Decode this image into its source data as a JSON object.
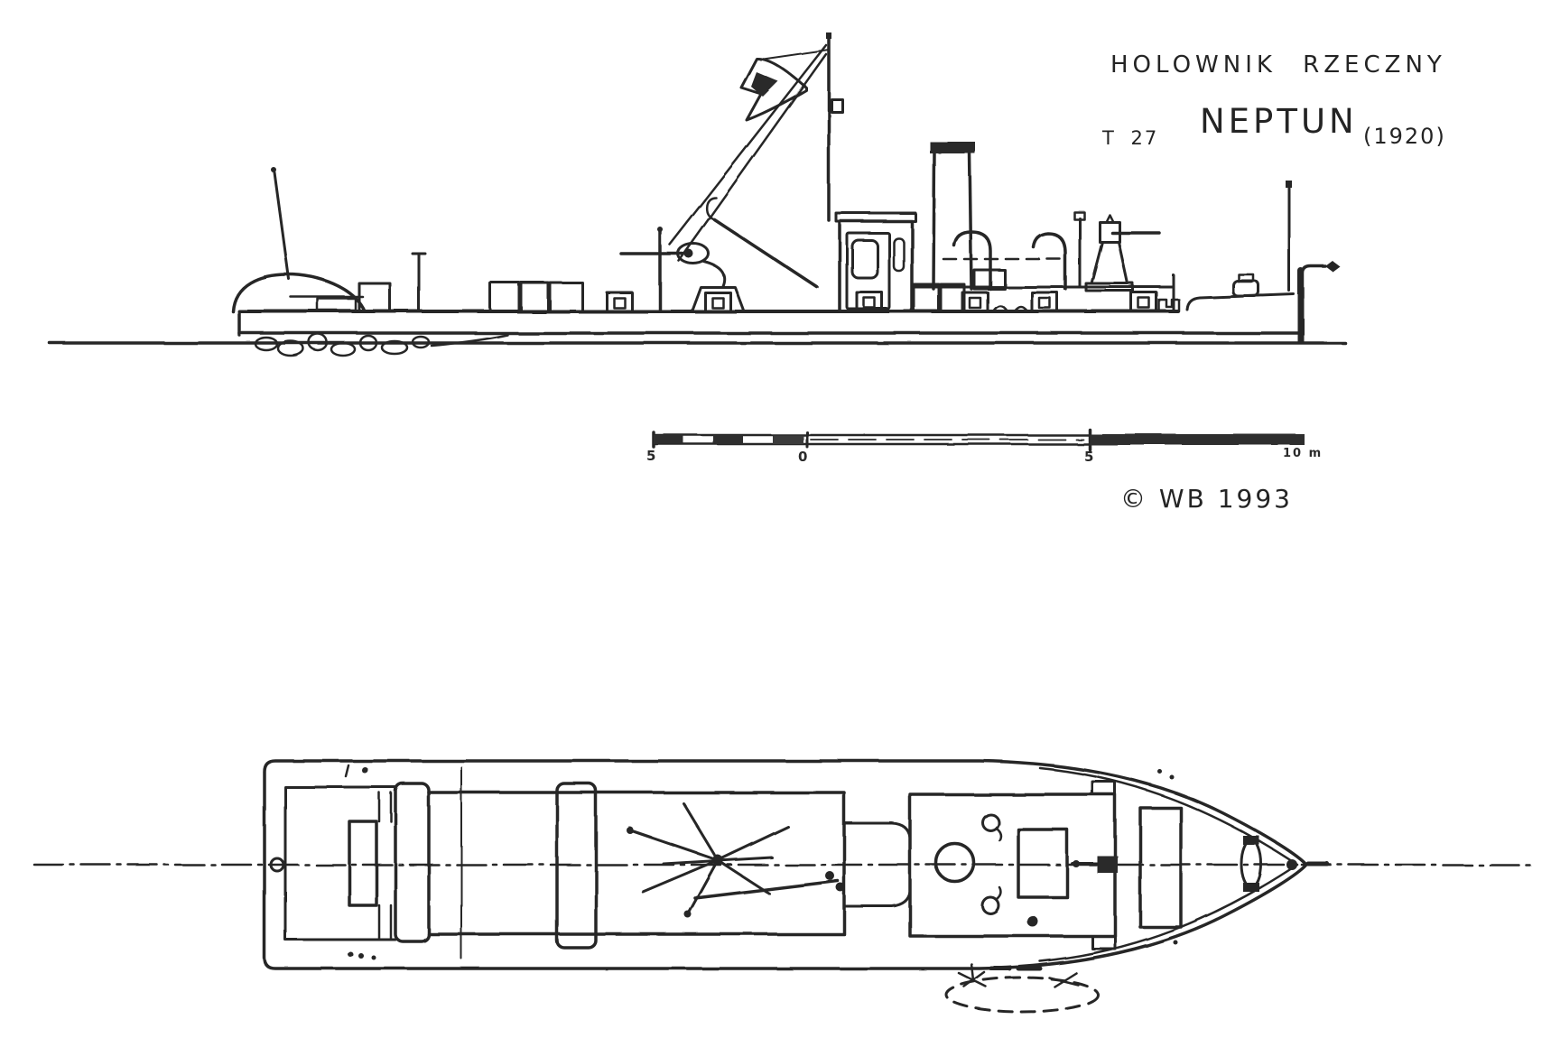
{
  "title": {
    "line1": "HOLOWNIK RZECZNY",
    "designation": "T 27",
    "ship_name": "NEPTUN",
    "year": "(1920)"
  },
  "scale_bar": {
    "labels": [
      "5",
      "0",
      "5",
      "10 m"
    ]
  },
  "copyright": {
    "text": "© WB 1993"
  },
  "colors": {
    "ink": "#262626",
    "paper": "#ffffff"
  }
}
